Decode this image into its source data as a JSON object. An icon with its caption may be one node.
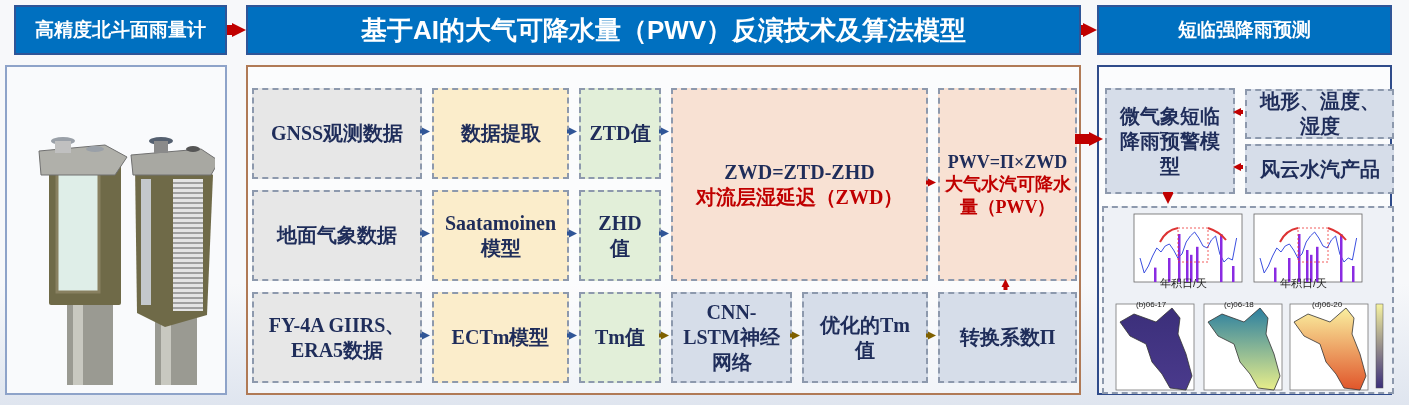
{
  "diagram": {
    "nodes": [
      {
        "text": [
          "高精度北斗面雨量计"
        ]
      },
      {
        "text": [
          "基于AI的大气可降水量（PWV）反演技术及算法模型"
        ]
      },
      {
        "text": [
          "短临强降雨预测"
        ]
      },
      {
        "text": [],
        "shape": "picture"
      },
      {
        "text": [],
        "shape": "box"
      },
      {
        "text": [],
        "shape": "box"
      },
      {
        "text": [
          "GNSS观测数据"
        ],
        "in": 4
      },
      {
        "text": [
          "数据提取"
        ],
        "in": 4
      },
      {
        "text": [
          "ZTD值"
        ],
        "in": 4
      },
      {
        "text": [
          "地面气象数据"
        ],
        "in": 4
      },
      {
        "text": [
          "Saatamoinen模型"
        ],
        "in": 4
      },
      {
        "text": [
          "ZHD值"
        ],
        "in": 4
      },
      {
        "text": [
          "ZWD=ZTD-ZHD",
          "对流层湿延迟（ZWD）"
        ],
        "in": 4
      },
      {
        "text": [
          "PWV=Π×ZWD",
          "大气水汽可降水量（PWV）"
        ],
        "in": 4
      },
      {
        "text": [
          "FY-4A GIIRS、ERA5数据"
        ],
        "in": 4
      },
      {
        "text": [
          "ECTm模型"
        ],
        "in": 4
      },
      {
        "text": [
          "Tm值"
        ],
        "in": 4
      },
      {
        "text": [
          "CNN-LSTM神经网络"
        ],
        "in": 4
      },
      {
        "text": [
          "优化的Tm值"
        ],
        "in": 4
      },
      {
        "text": [
          "转换系数Π"
        ],
        "in": 4
      },
      {
        "text": [
          "微气象短临降雨预警模型"
        ],
        "in": 5
      },
      {
        "text": [
          "地形、温度、湿度"
        ],
        "in": 5
      },
      {
        "text": [
          "风云水汽产品"
        ],
        "in": 5
      },
      {
        "text": [],
        "shape": "picture",
        "in": 5
      }
    ],
    "edges": [
      {
        "from": 0,
        "to": 1,
        "arrow": "to",
        "style": "thick"
      },
      {
        "from": 1,
        "to": 2,
        "arrow": "to",
        "style": "thick"
      },
      {
        "from": 6,
        "to": 7,
        "arrow": "to",
        "color": "#2f5597"
      },
      {
        "from": 7,
        "to": 8,
        "arrow": "to",
        "color": "#2f5597"
      },
      {
        "from": 9,
        "to": 10,
        "arrow": "to",
        "color": "#2f5597"
      },
      {
        "from": 10,
        "to": 11,
        "arrow": "to",
        "color": "#2f5597"
      },
      {
        "from": 14,
        "to": 15,
        "arrow": "to",
        "color": "#2f5597"
      },
      {
        "from": 15,
        "to": 16,
        "arrow": "to",
        "color": "#2f5597"
      },
      {
        "from": 8,
        "to": 12,
        "arrow": "to",
        "color": "#2f5597"
      },
      {
        "from": 11,
        "to": 12,
        "arrow": "to",
        "color": "#2f5597"
      },
      {
        "from": 16,
        "to": 17,
        "arrow": "to",
        "color": "#7f6000"
      },
      {
        "from": 17,
        "to": 18,
        "arrow": "to",
        "color": "#7f6000"
      },
      {
        "from": 18,
        "to": 19,
        "arrow": "to",
        "color": "#7f6000"
      },
      {
        "from": 19,
        "to": 13,
        "arrow": "to"
      },
      {
        "from": 12,
        "to": 13,
        "arrow": "to"
      },
      {
        "from": 13,
        "to": 20,
        "arrow": "to",
        "style": "thick"
      },
      {
        "from": 21,
        "to": 20,
        "arrow": "to"
      },
      {
        "from": 22,
        "to": 20,
        "arrow": "to"
      },
      {
        "from": 20,
        "to": 23,
        "arrow": "to",
        "style": "thick"
      }
    ],
    "labels": [
      "年积日/天",
      "年积日/天",
      "(b)06-17",
      "(c)06-18",
      "(d)06-20"
    ]
  }
}
